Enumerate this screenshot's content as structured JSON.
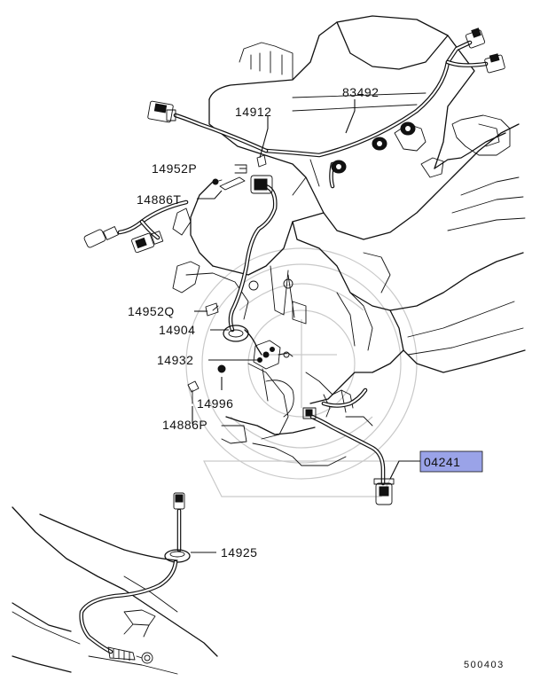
{
  "diagram": {
    "part_labels": {
      "p83492": "83492",
      "p14912": "14912",
      "p14952P": "14952P",
      "p14886T": "14886T",
      "p14952Q": "14952Q",
      "p14904": "14904",
      "p14932": "14932",
      "p14996": "14996",
      "p14886P": "14886P",
      "p04241": "04241",
      "p14925": "14925"
    },
    "highlighted_part": "04241",
    "highlight_color": "#9aa3e8",
    "diagram_number": "500403"
  }
}
